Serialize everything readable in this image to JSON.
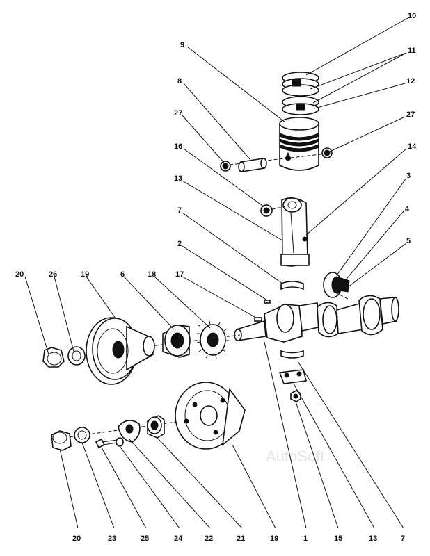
{
  "watermark": "AutoSoft",
  "labels": {
    "l10": "10",
    "l11": "11",
    "l12": "12",
    "l9": "9",
    "l8": "8",
    "l27a": "27",
    "l27b": "27",
    "l14": "14",
    "l16": "16",
    "l13a": "13",
    "l3": "3",
    "l4": "4",
    "l5": "5",
    "l7a": "7",
    "l2": "2",
    "l20a": "20",
    "l26": "26",
    "l19a": "19",
    "l6": "6",
    "l18": "18",
    "l17": "17",
    "l20b": "20",
    "l23": "23",
    "l25": "25",
    "l24": "24",
    "l22": "22",
    "l21": "21",
    "l19b": "19",
    "l1": "1",
    "l15": "15",
    "l13b": "13",
    "l7b": "7"
  }
}
